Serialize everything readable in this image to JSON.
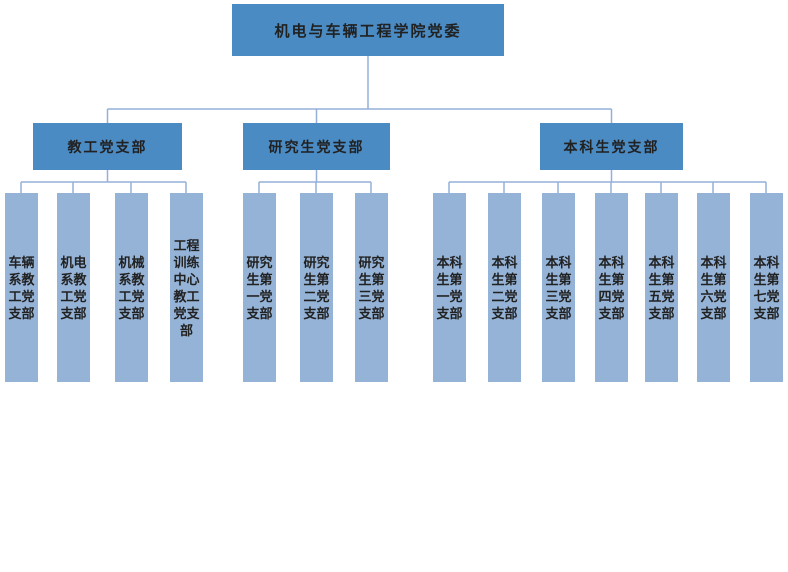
{
  "colors": {
    "primary": "#4b8bc4",
    "secondary": "#95b3d7",
    "connector": "#94b0d9",
    "text": "#212121",
    "background": "#ffffff"
  },
  "root": {
    "label": "机电与车辆工程学院党委"
  },
  "branches": [
    {
      "label": "教工党支部",
      "children": [
        {
          "label": "车辆系教工党支部"
        },
        {
          "label": "机电系教工党支部"
        },
        {
          "label": "机械系教工党支部"
        },
        {
          "label": "工程训练中心教工党支部"
        }
      ]
    },
    {
      "label": "研究生党支部",
      "children": [
        {
          "label": "研究生第一党支部"
        },
        {
          "label": "研究生第二党支部"
        },
        {
          "label": "研究生第三党支部"
        }
      ]
    },
    {
      "label": "本科生党支部",
      "children": [
        {
          "label": "本科生第一党支部"
        },
        {
          "label": "本科生第二党支部"
        },
        {
          "label": "本科生第三党支部"
        },
        {
          "label": "本科生第四党支部"
        },
        {
          "label": "本科生第五党支部"
        },
        {
          "label": "本科生第六党支部"
        },
        {
          "label": "本科生第七党支部"
        }
      ]
    }
  ]
}
